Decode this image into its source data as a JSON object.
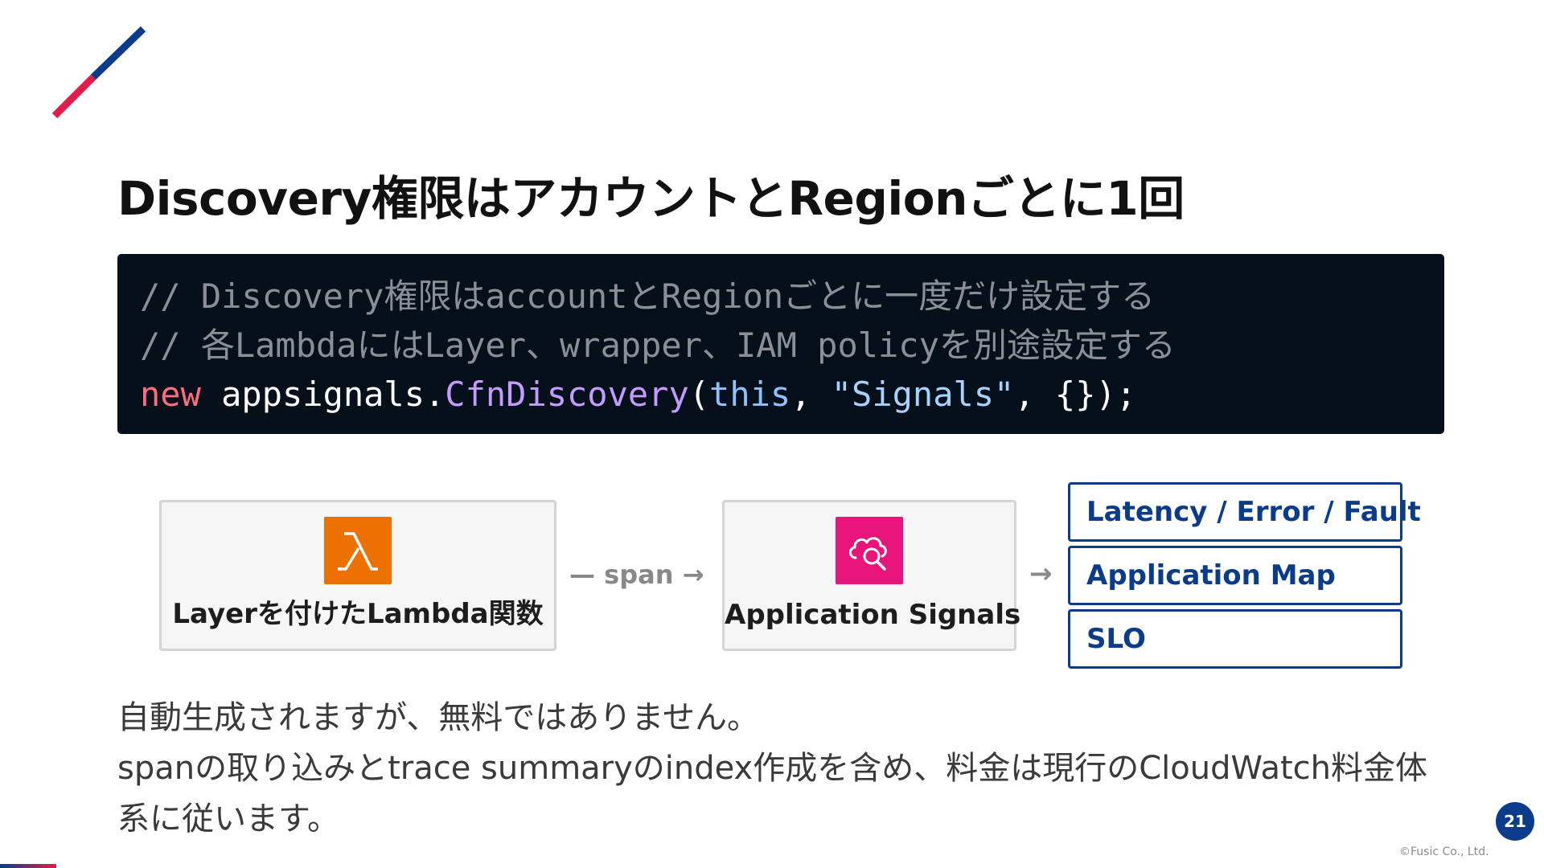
{
  "slide": {
    "title": "Discovery権限はアカウントとRegionごとに1回",
    "page_number": "21",
    "copyright": "©Fusic Co., Ltd."
  },
  "code": {
    "line1": "// Discovery権限はaccountとRegionごとに一度だけ設定する",
    "line2": "// 各LambdaにはLayer、wrapper、IAM policyを別途設定する",
    "line3": {
      "keyword": "new",
      "object": " appsignals.",
      "class": "CfnDiscovery",
      "open": "(",
      "this": "this",
      "comma1": ", ",
      "string": "\"Signals\"",
      "rest": ", {});"
    }
  },
  "diagram": {
    "lambda_node": {
      "label": "Layerを付けたLambda関数",
      "icon": "lambda-icon"
    },
    "edge_label": "— span →",
    "signals_node": {
      "label": "Application Signals",
      "icon": "cloud-search-icon"
    },
    "edge2_label": "→",
    "features": [
      "Latency / Error / Fault",
      "Application Map",
      "SLO"
    ]
  },
  "body": {
    "line1": "自動生成されますが、無料ではありません。",
    "line2": "spanの取り込みとtrace summaryのindex作成を含め、料金は現行のCloudWatch料金体",
    "line3": "系に従います。"
  },
  "colors": {
    "accent_blue": "#0b3c8c",
    "accent_red": "#e31c4a",
    "lambda_orange": "#ed7100",
    "signals_pink": "#e7157b",
    "code_background": "#05101a"
  }
}
